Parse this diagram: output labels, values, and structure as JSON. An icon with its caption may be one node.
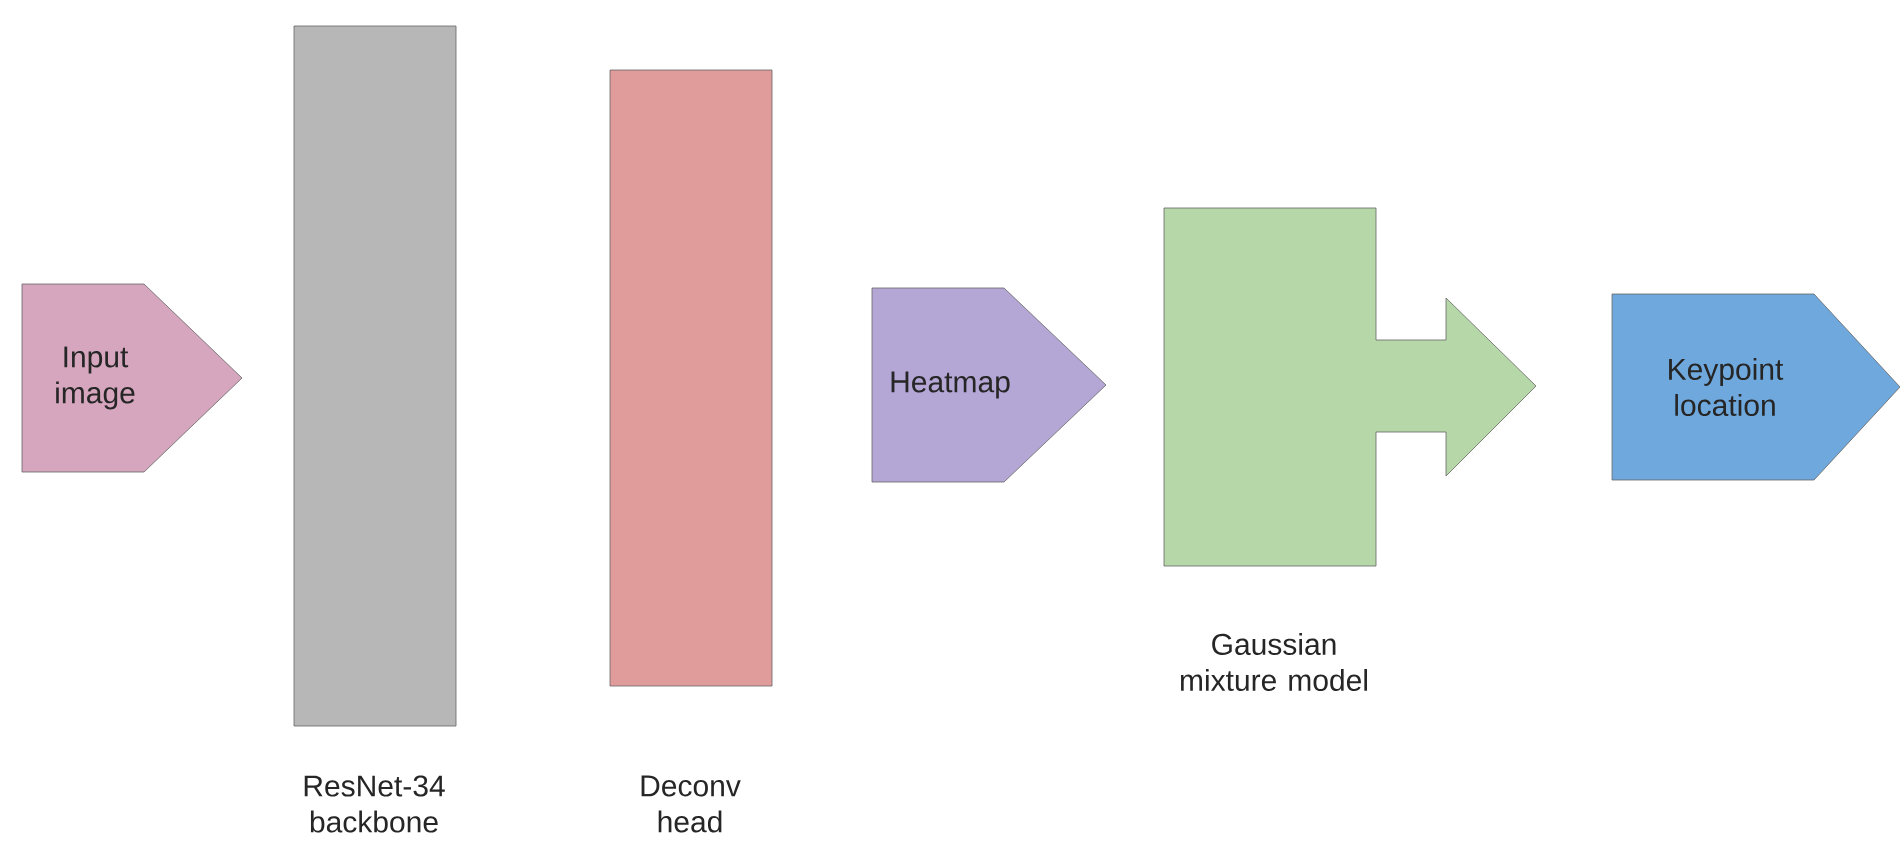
{
  "diagram": {
    "nodes": [
      {
        "text": [
          "Input image"
        ]
      },
      {
        "text": [],
        "shape": "bar",
        "beside": [
          "ResNet-34 backbone"
        ]
      },
      {
        "text": [],
        "shape": "bar",
        "beside": [
          "Deconv head"
        ]
      },
      {
        "text": [
          "Heatmap"
        ]
      },
      {
        "text": [],
        "shape": "arrow",
        "beside": [
          "Gaussian mixture model"
        ]
      },
      {
        "text": [
          "Keypoint location"
        ]
      }
    ]
  }
}
